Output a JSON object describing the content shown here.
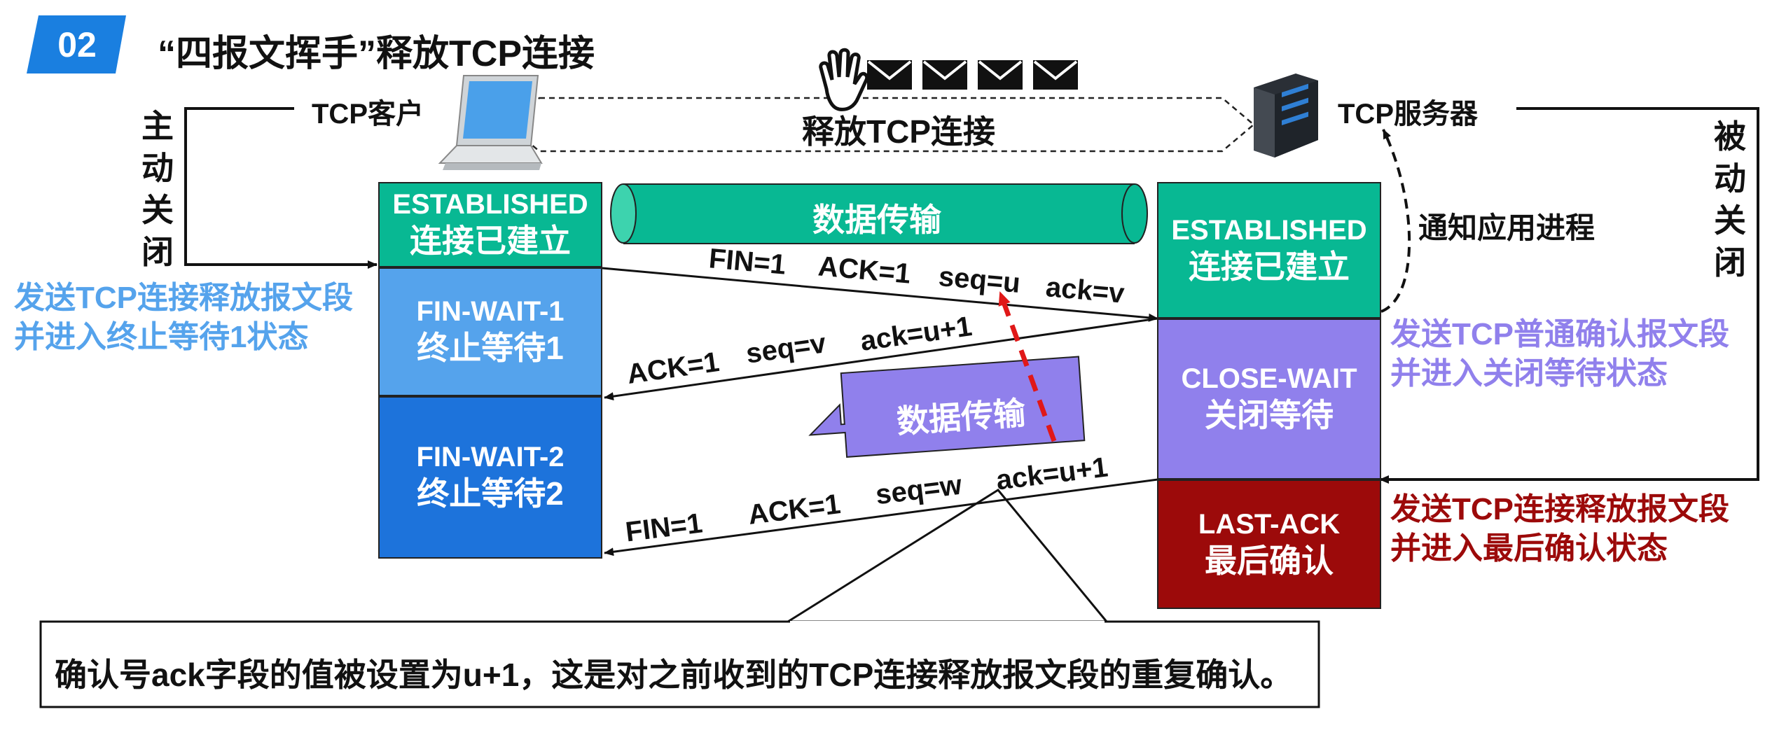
{
  "section": {
    "number": "02",
    "title": "“四报文挥手”释放TCP连接"
  },
  "client": {
    "label": "TCP客户"
  },
  "server": {
    "label": "TCP服务器"
  },
  "release_label": "释放TCP连接",
  "side_labels": {
    "active_close": "主动关闭",
    "passive_close": "被动关闭"
  },
  "notify_app": "通知应用进程",
  "data_transfer": "数据传输",
  "client_states": [
    {
      "name": "ESTABLISHED",
      "cn": "连接已建立",
      "color": "#08b893"
    },
    {
      "name": "FIN-WAIT-1",
      "cn": "终止等待1",
      "color": "#55a3ec"
    },
    {
      "name": "FIN-WAIT-2",
      "cn": "终止等待2",
      "color": "#1d73db"
    }
  ],
  "server_states": [
    {
      "name": "ESTABLISHED",
      "cn": "连接已建立",
      "color": "#08b893"
    },
    {
      "name": "CLOSE-WAIT",
      "cn": "关闭等待",
      "color": "#9080ec"
    },
    {
      "name": "LAST-ACK",
      "cn": "最后确认",
      "color": "#9c0a0a"
    }
  ],
  "messages": {
    "m1": {
      "fin": "FIN=1",
      "ack": "ACK=1",
      "seq": "seq=u",
      "acknum": "ack=v"
    },
    "m2": {
      "ack": "ACK=1",
      "seq": "seq=v",
      "acknum": "ack=u+1"
    },
    "m3": {
      "fin": "FIN=1",
      "ack": "ACK=1",
      "seq": "seq=w",
      "acknum": "ack=u+1"
    }
  },
  "annotations": {
    "client_send": [
      "发送TCP连接释放报文段",
      "并进入终止等待1状态"
    ],
    "server_ack": [
      "发送TCP普通确认报文段",
      "并进入关闭等待状态"
    ],
    "server_fin": [
      "发送TCP连接释放报文段",
      "并进入最后确认状态"
    ]
  },
  "callout": "确认号ack字段的值被设置为u+1，这是对之前收到的TCP连接释放报文段的重复确认。",
  "colors": {
    "accent_blue": "#1a7fe0",
    "teal": "#08b893",
    "light_blue": "#55a3ec",
    "purple": "#9080ec",
    "dark_red": "#9c0a0a",
    "red_dash": "#e01818"
  }
}
